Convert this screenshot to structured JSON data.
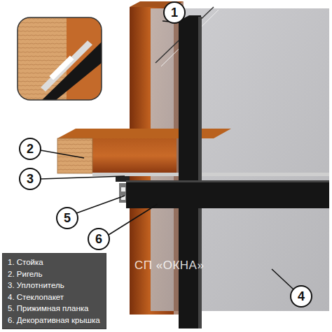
{
  "diagram": {
    "nodes": [
      {
        "text": [
          "1"
        ]
      },
      {
        "text": [
          "2"
        ]
      },
      {
        "text": [
          "3"
        ]
      },
      {
        "text": [
          "5"
        ]
      },
      {
        "text": [
          "6"
        ]
      },
      {
        "text": [
          "1. Стойка",
          "2. Ригель",
          "3. Уплотнитель",
          "4. Стеклопакет",
          "5. Прижимная планка",
          "6. Декоративная крышка"
        ]
      },
      {
        "text": [
          "4"
        ]
      }
    ],
    "labels": [
      "СП «ОКНА»"
    ]
  }
}
